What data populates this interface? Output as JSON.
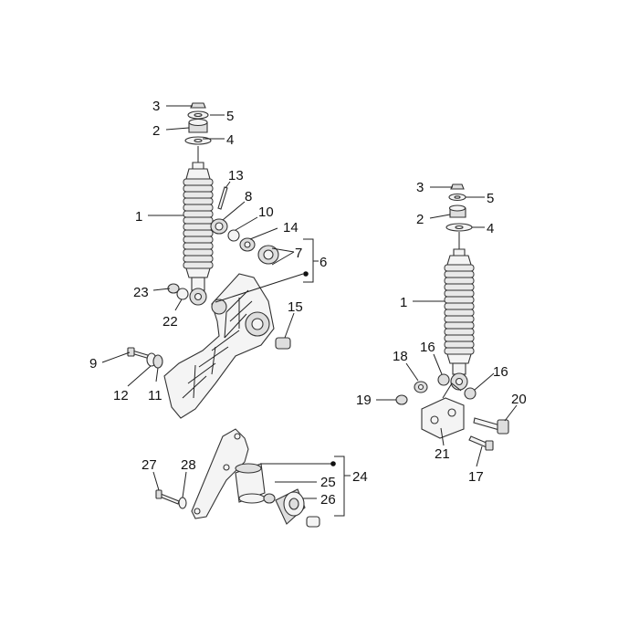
{
  "callouts": [
    {
      "id": "c3a",
      "text": "3"
    },
    {
      "id": "c5a",
      "text": "5"
    },
    {
      "id": "c2a",
      "text": "2"
    },
    {
      "id": "c4a",
      "text": "4"
    },
    {
      "id": "c13",
      "text": "13"
    },
    {
      "id": "c8",
      "text": "8"
    },
    {
      "id": "c1a",
      "text": "1"
    },
    {
      "id": "c10",
      "text": "10"
    },
    {
      "id": "c14",
      "text": "14"
    },
    {
      "id": "c7",
      "text": "7"
    },
    {
      "id": "c6",
      "text": "6"
    },
    {
      "id": "c23",
      "text": "23"
    },
    {
      "id": "c22",
      "text": "22"
    },
    {
      "id": "c15",
      "text": "15"
    },
    {
      "id": "c9",
      "text": "9"
    },
    {
      "id": "c12",
      "text": "12"
    },
    {
      "id": "c11",
      "text": "11"
    },
    {
      "id": "c3b",
      "text": "3"
    },
    {
      "id": "c5b",
      "text": "5"
    },
    {
      "id": "c2b",
      "text": "2"
    },
    {
      "id": "c4b",
      "text": "4"
    },
    {
      "id": "c1b",
      "text": "1"
    },
    {
      "id": "c18",
      "text": "18"
    },
    {
      "id": "c16a",
      "text": "16"
    },
    {
      "id": "c16b",
      "text": "16"
    },
    {
      "id": "c19",
      "text": "19"
    },
    {
      "id": "c20",
      "text": "20"
    },
    {
      "id": "c21",
      "text": "21"
    },
    {
      "id": "c17",
      "text": "17"
    },
    {
      "id": "c27",
      "text": "27"
    },
    {
      "id": "c28",
      "text": "28"
    },
    {
      "id": "c25",
      "text": "25"
    },
    {
      "id": "c24",
      "text": "24"
    },
    {
      "id": "c26",
      "text": "26"
    }
  ]
}
